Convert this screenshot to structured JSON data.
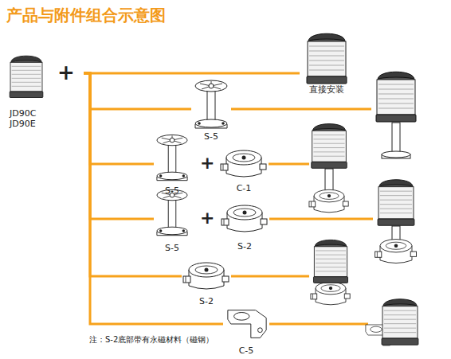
{
  "diagram": {
    "title": "产品与附件组合示意图",
    "nodes": [
      {
        "text": [
          "JD90C JD90E"
        ]
      },
      {
        "text": [
          "直接安装"
        ]
      },
      {
        "text": [
          "S-5"
        ]
      },
      {
        "text": [
          "S-5"
        ]
      },
      {
        "text": [
          "C-1"
        ]
      },
      {
        "text": [
          "S-5"
        ]
      },
      {
        "text": [
          "S-2"
        ]
      },
      {
        "text": [
          "S-2"
        ]
      },
      {
        "text": [
          "C-5"
        ]
      }
    ],
    "edges": [
      {
        "from": 0,
        "to": 1,
        "arrow": "none"
      },
      {
        "from": 0,
        "to": 2,
        "arrow": "none"
      },
      {
        "from": 0,
        "to": 3,
        "arrow": "none"
      },
      {
        "from": 0,
        "to": 5,
        "arrow": "none"
      },
      {
        "from": 0,
        "to": 7,
        "arrow": "none"
      },
      {
        "from": 0,
        "to": 8,
        "arrow": "none"
      }
    ],
    "labels": [
      "+",
      "+",
      "+",
      "注：S-2底部带有永磁材料（磁钢）"
    ]
  }
}
